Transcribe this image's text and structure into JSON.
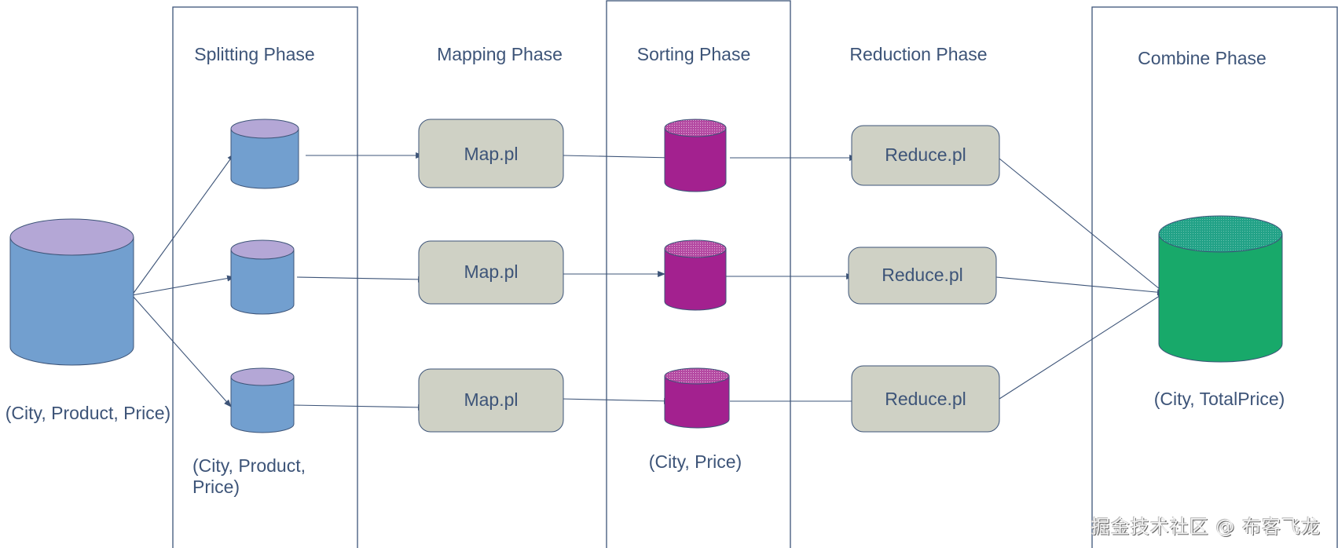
{
  "colors": {
    "stroke": "#3d5478",
    "text": "#3d5478",
    "blue_body": "#729fcf",
    "blue_top": "#b4a7d6",
    "purple_body": "#a3218f",
    "purple_top": "#c05ab0",
    "green_body": "#18a96a",
    "green_top": "#26a58a",
    "process_fill": "#cfd1c5"
  },
  "phases": [
    {
      "id": "splitting",
      "label": "Splitting Phase",
      "boxed": true
    },
    {
      "id": "mapping",
      "label": "Mapping Phase",
      "boxed": false
    },
    {
      "id": "sorting",
      "label": "Sorting Phase",
      "boxed": true
    },
    {
      "id": "reduction",
      "label": "Reduction Phase",
      "boxed": false
    },
    {
      "id": "combine",
      "label": "Combine Phase",
      "boxed": true
    }
  ],
  "nodes": {
    "input": {
      "label": "(City, Product, Price)"
    },
    "splits": {
      "count": 3,
      "label_line1": "(City, Product,",
      "label_line2": "Price)"
    },
    "mappers": [
      "Map.pl",
      "Map.pl",
      "Map.pl"
    ],
    "sorted": {
      "count": 3,
      "label": "(City, Price)"
    },
    "reducers": [
      "Reduce.pl",
      "Reduce.pl",
      "Reduce.pl"
    ],
    "output": {
      "label": "(City, TotalPrice)"
    }
  },
  "edges": [
    {
      "from": "input",
      "to": "split-1"
    },
    {
      "from": "input",
      "to": "split-2"
    },
    {
      "from": "input",
      "to": "split-3"
    },
    {
      "from": "split-1",
      "to": "map-1"
    },
    {
      "from": "split-2",
      "to": "map-2"
    },
    {
      "from": "split-3",
      "to": "map-3"
    },
    {
      "from": "map-1",
      "to": "sort-1"
    },
    {
      "from": "map-2",
      "to": "sort-2"
    },
    {
      "from": "map-3",
      "to": "sort-3"
    },
    {
      "from": "sort-1",
      "to": "reduce-1"
    },
    {
      "from": "sort-2",
      "to": "reduce-2"
    },
    {
      "from": "sort-3",
      "to": "reduce-3"
    },
    {
      "from": "reduce-1",
      "to": "output"
    },
    {
      "from": "reduce-2",
      "to": "output"
    },
    {
      "from": "reduce-3",
      "to": "output"
    }
  ],
  "watermark": "掘金技术社区 @ 布客飞龙"
}
